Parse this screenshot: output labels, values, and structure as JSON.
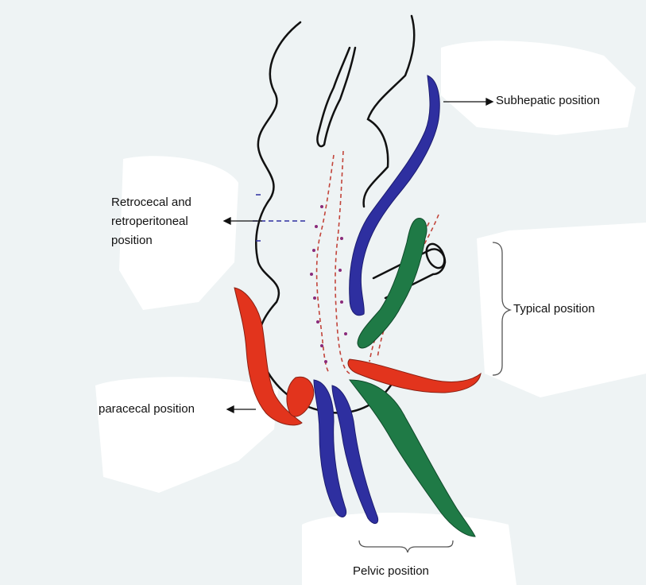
{
  "labels": {
    "subhepatic": "Subhepatic position",
    "retrocecal_line1": "Retrocecal and",
    "retrocecal_line2": "retroperitoneal",
    "retrocecal_line3": "position",
    "typical": "Typical position",
    "paracecal": "paracecal position",
    "pelvic": "Pelvic position"
  },
  "colors": {
    "paper": "#eef3f4",
    "label_patch": "#ffffff",
    "colon_outline": "#111111",
    "appendix_blue": "#2e2fa0",
    "appendix_red": "#e2341d",
    "appendix_green": "#1f7a46",
    "retrocecal_dash": "#c2443a",
    "retroperitoneal_dot": "#8a2a7a"
  }
}
